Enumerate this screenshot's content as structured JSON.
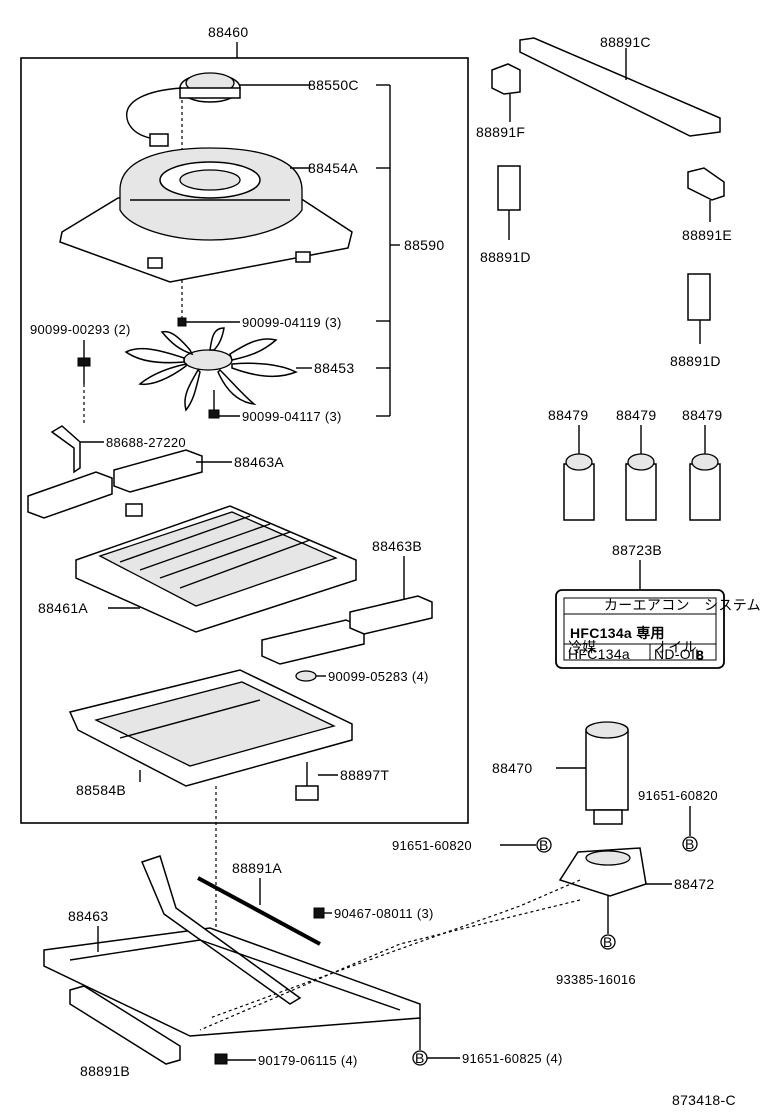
{
  "diagram": {
    "drawing_id": "873418-C",
    "box_label": "88460",
    "bracket_label": "88590",
    "parts": {
      "p88550C": "88550C",
      "p88454A": "88454A",
      "p90099_04119": "90099-04119 (3)",
      "p90099_00293": "90099-00293 (2)",
      "p88453": "88453",
      "p90099_04117": "90099-04117 (3)",
      "p88688_27220": "88688-27220",
      "p88463A": "88463A",
      "p88463B": "88463B",
      "p88461A": "88461A",
      "p90099_05283": "90099-05283 (4)",
      "p88584B": "88584B",
      "p88897T": "88897T",
      "p88891A": "88891A",
      "p90467_08011": "90467-08011 (3)",
      "p88463": "88463",
      "p88891B": "88891B",
      "p90179_06115": "90179-06115 (4)",
      "p91651_60825": "91651-60825 (4)",
      "p88891C": "88891C",
      "p88891F": "88891F",
      "p88891D_top": "88891D",
      "p88891E": "88891E",
      "p88891D_bottom": "88891D",
      "p88479_a": "88479",
      "p88479_b": "88479",
      "p88479_c": "88479",
      "p88723B": "88723B",
      "p88470": "88470",
      "p91651_60820_right": "91651-60820",
      "p91651_60820_left": "91651-60820",
      "p88472": "88472",
      "p93385_16016": "93385-16016",
      "callout_b": "B"
    },
    "label_plate": {
      "header": "カーエアコン　システム",
      "main": "HFC134a 専用",
      "left_small_1": "冷媒",
      "left_small_2": "HFC134a",
      "right_small_1": "オイル",
      "right_small_2": "ND-OIL",
      "number": "8"
    }
  }
}
